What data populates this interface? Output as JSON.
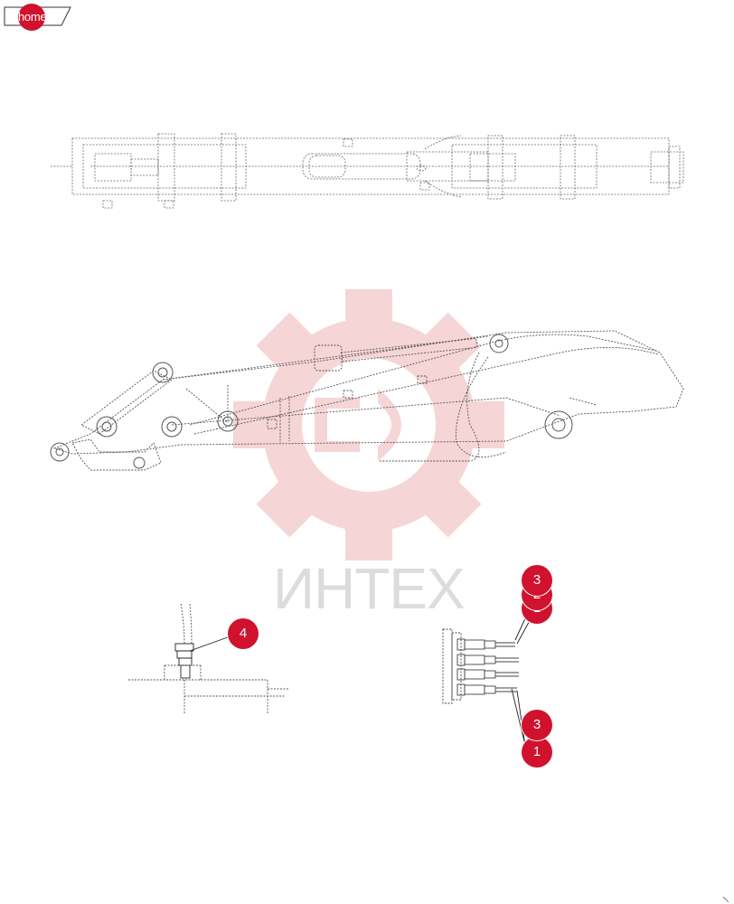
{
  "nav": {
    "home_label": "home"
  },
  "watermark": {
    "text": "ИНТЕХ",
    "gear_color": "#f2c6c8"
  },
  "accent_color": "#d0122f",
  "callouts": [
    {
      "id": "c4",
      "label": "4"
    },
    {
      "id": "c1a",
      "label": "1"
    },
    {
      "id": "c2a",
      "label": "2"
    },
    {
      "id": "c3a",
      "label": "3"
    },
    {
      "id": "c1b",
      "label": "1"
    },
    {
      "id": "c3b",
      "label": "3"
    }
  ]
}
